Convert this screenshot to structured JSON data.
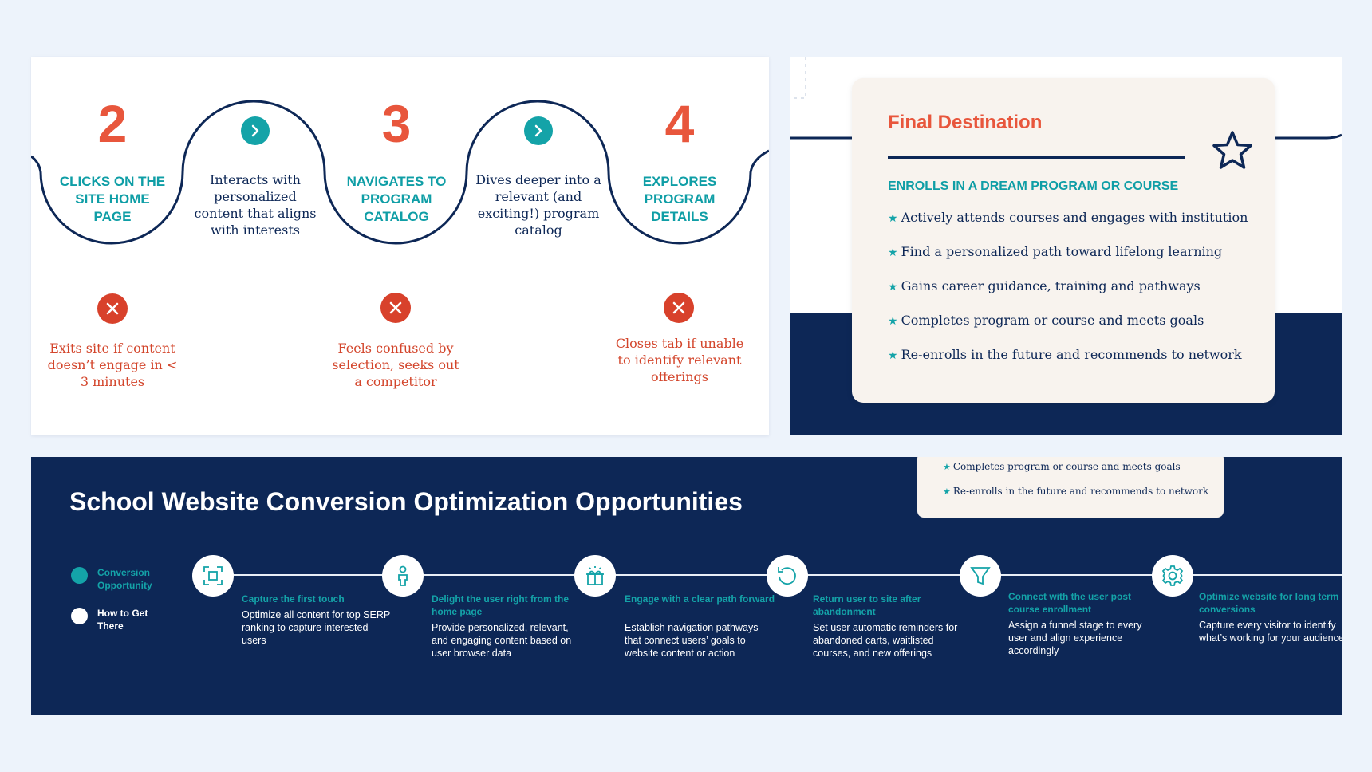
{
  "journey": {
    "steps": [
      {
        "number": "2",
        "label": "CLICKS ON THE SITE HOME PAGE",
        "exit": "Exits site if content doesn’t engage in < 3 minutes"
      },
      {
        "number": "3",
        "label": "NAVIGATES TO PROGRAM CATALOG",
        "exit": "Feels confused by selection, seeks out a competitor"
      },
      {
        "number": "4",
        "label": "EXPLORES PROGRAM DETAILS",
        "exit": "Closes tab if unable to identify relevant offerings"
      }
    ],
    "transitions": [
      "Interacts with personalized content that aligns with interests",
      "Dives deeper into a relevant (and exciting!) program catalog"
    ],
    "colors": {
      "accent": "#e8563c",
      "teal": "#0f9ea6",
      "navy": "#0d2756",
      "exit": "#d3452b"
    }
  },
  "final": {
    "title": "Final Destination",
    "subtitle": "ENROLLS IN A DREAM PROGRAM OR COURSE",
    "items": [
      "Actively attends courses and engages with institution",
      "Find a personalized path toward lifelong learning",
      "Gains career guidance, training and pathways",
      "Completes program or course and meets goals",
      "Re-enrolls in the future and recommends to network"
    ],
    "icon": "star-outline-icon"
  },
  "opps": {
    "title": "School Website Conversion Optimization Opportunities",
    "mini_items": [
      "Completes program or course and meets goals",
      "Re-enrolls in the future and recommends to network"
    ],
    "legend": {
      "opportunity": "Conversion Opportunity",
      "how": "How to Get There"
    },
    "stages": [
      {
        "icon": "capture-frame-icon",
        "head": "Capture the first touch",
        "body": "Optimize all content for top SERP ranking to capture interested users"
      },
      {
        "icon": "person-icon",
        "head": "Delight the user right from the home page",
        "body": "Provide personalized, relevant, and engaging content based on user browser data"
      },
      {
        "icon": "gift-icon",
        "head": "Engage with a clear path forward",
        "body": "Establish navigation pathways that connect users’ goals to website content or action"
      },
      {
        "icon": "return-arrow-icon",
        "head": "Return user to site after abandonment",
        "body": "Set user automatic reminders for abandoned carts, waitlisted courses, and new offerings"
      },
      {
        "icon": "funnel-icon",
        "head": "Connect with the user post course enrollment",
        "body": "Assign a funnel stage to every user and align experience accordingly"
      },
      {
        "icon": "gear-icon",
        "head": "Optimize website for long term conversions",
        "body": "Capture every visitor to identify what’s working for your audience"
      }
    ]
  }
}
